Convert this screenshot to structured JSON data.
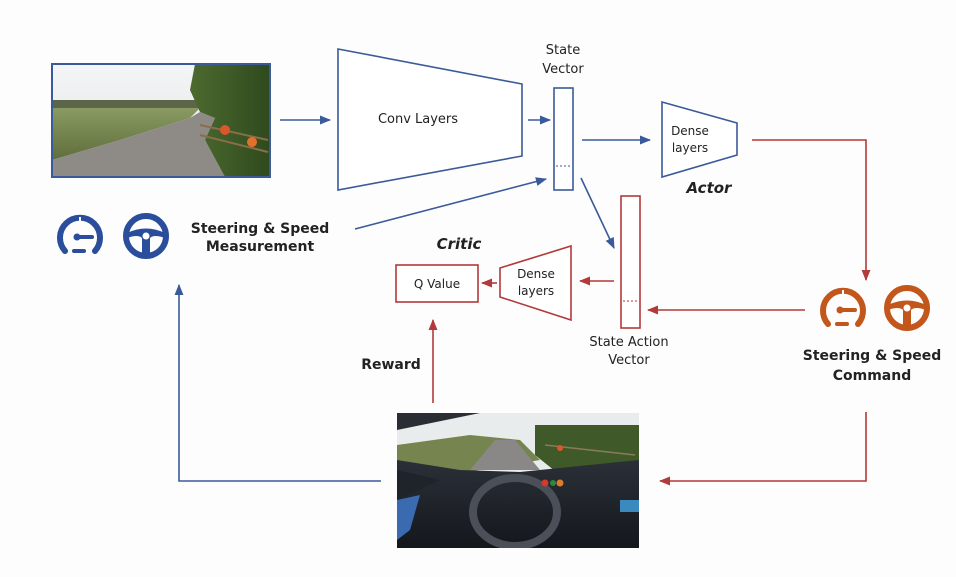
{
  "diagram": {
    "title": "Actor-Critic reinforcement learning for autonomous driving",
    "colors": {
      "blue_line": "#3B5A9A",
      "blue_icon": "#2A4D9C",
      "red_line": "#B23A3A",
      "orange_icon": "#C2561B",
      "text": "#222222"
    },
    "nodes": {
      "camera_image": {
        "label": "Front camera image (road)"
      },
      "conv_layers": {
        "label": "Conv Layers"
      },
      "state_vector": {
        "line1": "State",
        "line2": "Vector"
      },
      "actor_dense": {
        "line1": "Dense",
        "line2": "layers"
      },
      "actor_label": "Actor",
      "measurement": {
        "line1": "Steering & Speed",
        "line2": "Measurement",
        "icons": [
          "speedometer-icon",
          "steering-wheel-icon"
        ]
      },
      "critic_label": "Critic",
      "q_value": "Q Value",
      "critic_dense": {
        "line1": "Dense",
        "line2": "layers"
      },
      "state_action_vector": {
        "line1": "State Action",
        "line2": "Vector"
      },
      "command": {
        "line1": "Steering & Speed",
        "line2": "Command",
        "icons": [
          "speedometer-icon",
          "steering-wheel-icon"
        ]
      },
      "reward": "Reward",
      "cockpit_image": {
        "label": "In-car cockpit view"
      }
    },
    "edges": [
      {
        "from": "camera_image",
        "to": "conv_layers",
        "color": "blue"
      },
      {
        "from": "conv_layers",
        "to": "state_vector",
        "color": "blue"
      },
      {
        "from": "measurement",
        "to": "state_vector",
        "color": "blue"
      },
      {
        "from": "state_vector",
        "to": "actor_dense",
        "color": "blue"
      },
      {
        "from": "state_vector",
        "to": "state_action_vector",
        "color": "blue"
      },
      {
        "from": "actor_dense",
        "to": "command",
        "color": "red"
      },
      {
        "from": "command",
        "to": "state_action_vector",
        "color": "red"
      },
      {
        "from": "state_action_vector",
        "to": "critic_dense",
        "color": "red"
      },
      {
        "from": "critic_dense",
        "to": "q_value",
        "color": "red"
      },
      {
        "from": "cockpit_image",
        "to": "q_value",
        "label": "Reward",
        "color": "red"
      },
      {
        "from": "command",
        "to": "cockpit_image",
        "color": "red"
      },
      {
        "from": "cockpit_image",
        "to": "measurement",
        "color": "blue"
      }
    ]
  }
}
